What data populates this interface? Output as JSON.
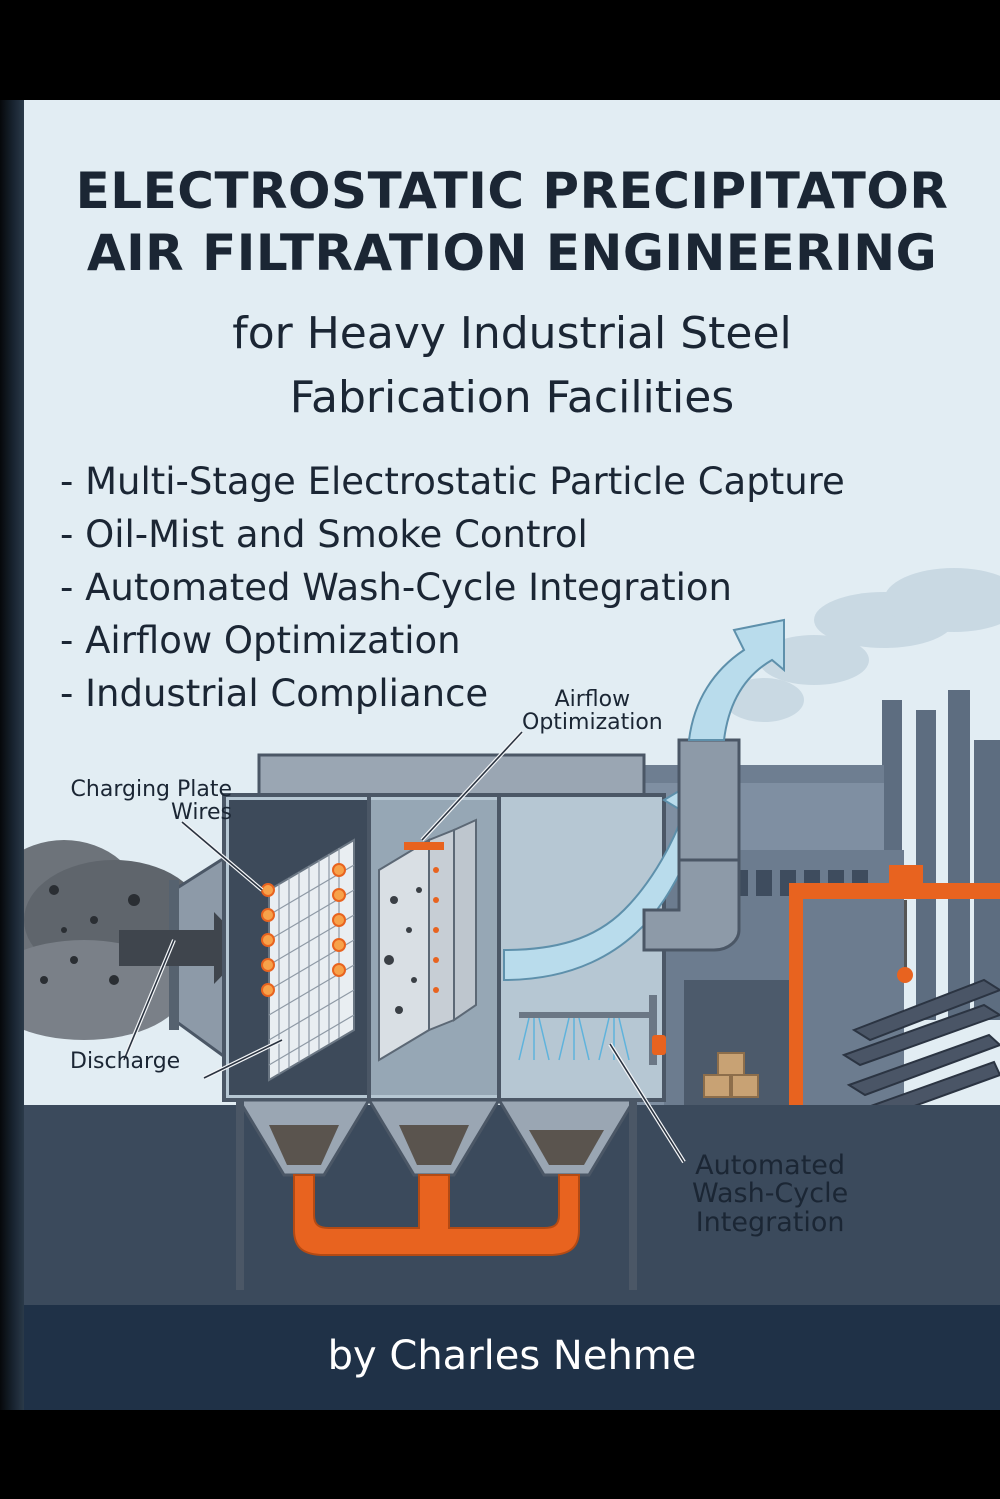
{
  "title": {
    "line1": "ELECTROSTATIC PRECIPITATOR",
    "line2": "AIR FILTRATION ENGINEERING",
    "line3": "for Heavy Industrial Steel",
    "line4": "Fabrication Facilities"
  },
  "bullets": [
    "- Multi-Stage Electrostatic Particle Capture",
    "- Oil-Mist and Smoke Control",
    "- Automated Wash-Cycle Integration",
    "- Airflow Optimization",
    "- Industrial Compliance"
  ],
  "callouts": {
    "airflow_line1": "Airflow",
    "airflow_line2": "Optimization",
    "charging_line1": "Charging Plate",
    "charging_line2": "Wires",
    "discharge": "Discharge",
    "wash_line1": "Automated",
    "wash_line2": "Wash-Cycle",
    "wash_line3": "Integration"
  },
  "author": "by Charles Nehme",
  "colors": {
    "background": "#e2edf3",
    "title_text": "#1b2634",
    "accent_orange": "#e8631f",
    "author_bar": "#1f3147",
    "ground": "#3b4a5c",
    "airflow": "#b9dcec"
  }
}
